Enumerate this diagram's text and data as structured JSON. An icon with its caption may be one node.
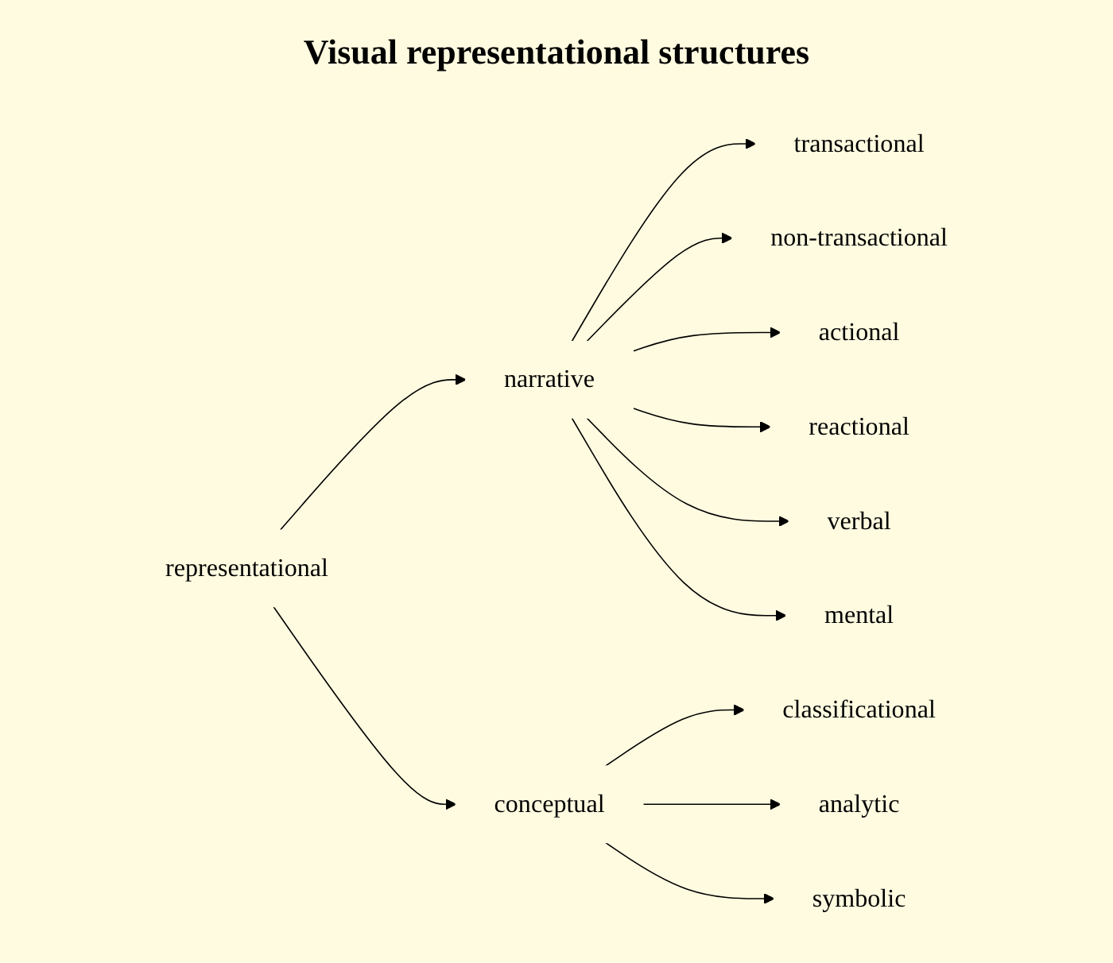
{
  "diagram": {
    "title": "Visual representational structures",
    "nodes": [
      {
        "text": [
          "representational"
        ]
      },
      {
        "text": [
          "narrative"
        ]
      },
      {
        "text": [
          "transactional"
        ]
      },
      {
        "text": [
          "non-transactional"
        ]
      },
      {
        "text": [
          "actional"
        ]
      },
      {
        "text": [
          "reactional"
        ]
      },
      {
        "text": [
          "verbal"
        ]
      },
      {
        "text": [
          "mental"
        ]
      },
      {
        "text": [
          "conceptual"
        ]
      },
      {
        "text": [
          "classificational"
        ]
      },
      {
        "text": [
          "analytic"
        ]
      },
      {
        "text": [
          "symbolic"
        ]
      }
    ],
    "edges": [
      {
        "from": 0,
        "to": 1,
        "arrow": "to"
      },
      {
        "from": 0,
        "to": 8,
        "arrow": "to"
      },
      {
        "from": 1,
        "to": 2,
        "arrow": "to"
      },
      {
        "from": 1,
        "to": 3,
        "arrow": "to"
      },
      {
        "from": 1,
        "to": 4,
        "arrow": "to"
      },
      {
        "from": 1,
        "to": 5,
        "arrow": "to"
      },
      {
        "from": 1,
        "to": 6,
        "arrow": "to"
      },
      {
        "from": 1,
        "to": 7,
        "arrow": "to"
      },
      {
        "from": 8,
        "to": 9,
        "arrow": "to"
      },
      {
        "from": 8,
        "to": 10,
        "arrow": "to"
      },
      {
        "from": 8,
        "to": 11,
        "arrow": "to"
      }
    ]
  }
}
